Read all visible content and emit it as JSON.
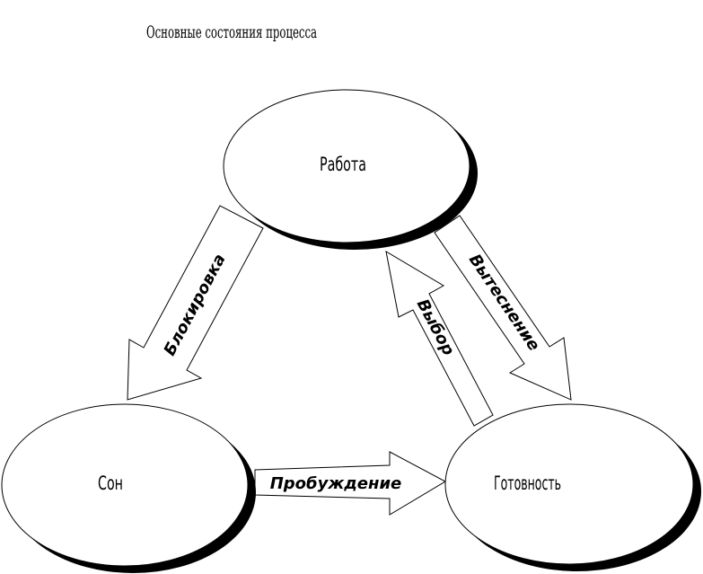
{
  "title": "Основные состояния процесса",
  "nodes": {
    "running": "Работа",
    "sleep": "Сон",
    "ready": "Готовность"
  },
  "edges": {
    "block": "Блокировка",
    "preempt": "Вытеснение",
    "select": "Выбор",
    "wakeup": "Пробуждение"
  },
  "colors": {
    "stroke": "#000000",
    "fill": "#ffffff",
    "shadow": "#000000"
  }
}
